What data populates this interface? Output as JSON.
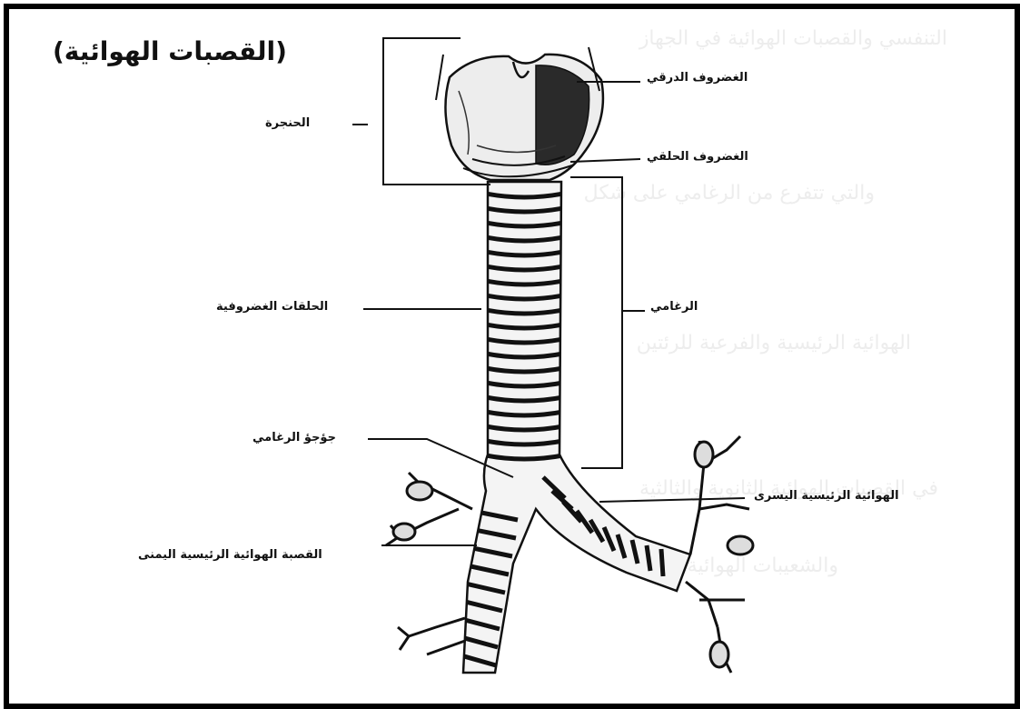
{
  "title": "(القصبات الهوائية)",
  "labels": {
    "thyroid_cartilage": "الغضروف الدرقي",
    "larynx": "الحنجرة",
    "cricoid_cartilage": "الغضروف الحلقي",
    "cartilage_rings": "الحلقات الغضروفية",
    "trachea": "الرغامي",
    "carina": "جؤجؤ الرغامي",
    "left_main_bronchus": "الهوائية الرئيسية اليسرى",
    "right_main_bronchus": "القصبة الهوائية الرئيسية اليمنى"
  }
}
